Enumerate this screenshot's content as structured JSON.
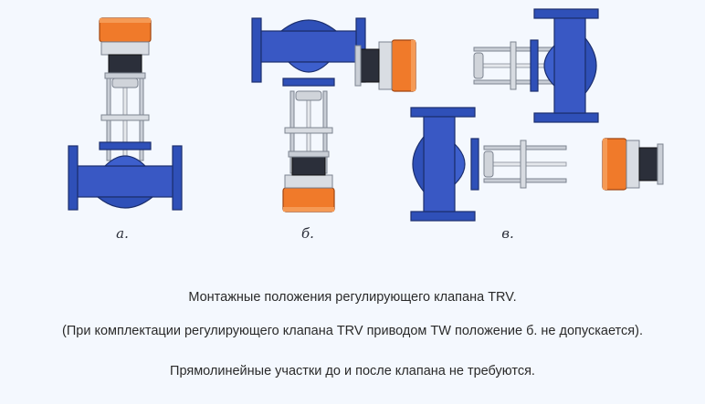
{
  "captions": {
    "a": "а.",
    "b": "б.",
    "c": "в."
  },
  "text": {
    "line1": "Монтажные положения регулирующего клапана TRV.",
    "line2": "(При комплектации регулирующего клапана TRV приводом TW положение б. не допускается).",
    "line3": "Прямолинейные участки до и после клапана не требуются."
  },
  "colors": {
    "body_blue": "#2f50b8",
    "actuator_orange": "#f07a2a",
    "frame_gray": "#c9ced6"
  }
}
